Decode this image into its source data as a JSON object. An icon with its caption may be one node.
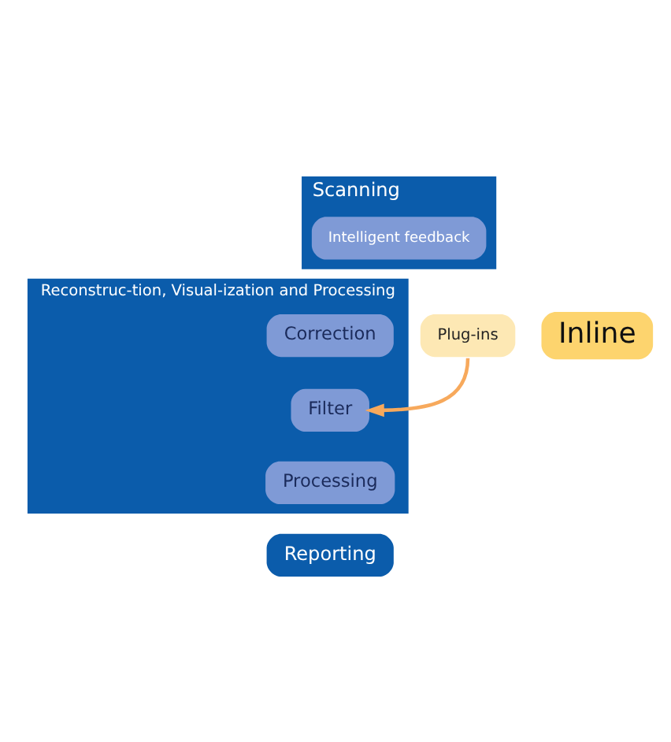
{
  "diagram": {
    "nodes": [
      {
        "text": [
          "Scanning"
        ]
      },
      {
        "text": [
          "Intelligent feedback"
        ],
        "in": 0
      },
      {
        "text": [
          "Reconstruc-tion, Visual-ization and Processing"
        ]
      },
      {
        "text": [
          "Correction"
        ],
        "in": 2
      },
      {
        "text": [
          "Filter"
        ],
        "in": 2
      },
      {
        "text": [
          "Processing"
        ],
        "in": 2
      },
      {
        "text": [
          "Plug-ins"
        ]
      },
      {
        "text": [
          "Inline"
        ]
      },
      {
        "text": [
          "Reporting"
        ]
      }
    ],
    "edges": [
      {
        "from": 6,
        "to": 4,
        "arrow": "to",
        "color": "#f7a95c"
      }
    ]
  }
}
